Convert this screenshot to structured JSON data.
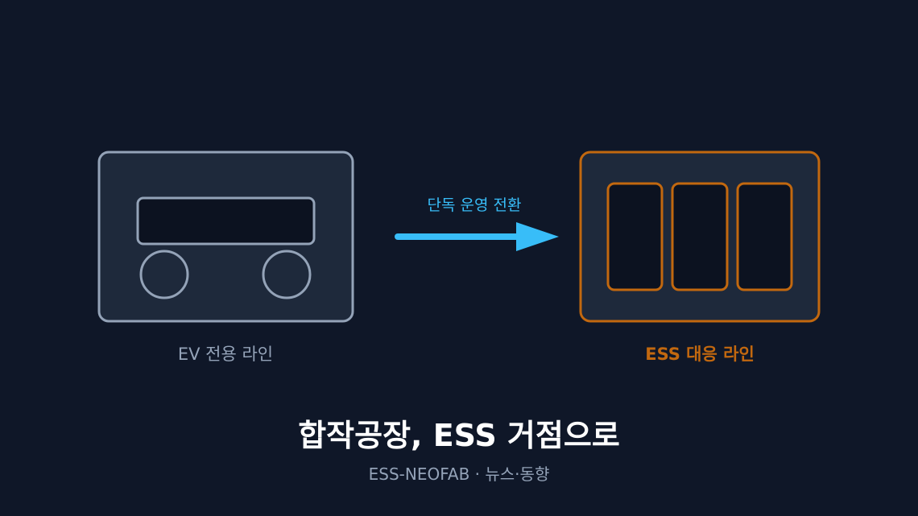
{
  "colors": {
    "background": "#0f1728",
    "ev_outline": "#94a3b8",
    "ess_outline": "#c2680f",
    "arrow": "#38bdf8",
    "title": "#ffffff",
    "caption": "#94a3b8"
  },
  "ev_line": {
    "label": "EV 전용 라인",
    "icon": "ev-line-machine-icon"
  },
  "transition": {
    "label": "단독 운영 전환",
    "icon": "arrow-right-icon"
  },
  "ess_line": {
    "label": "ESS 대응 라인",
    "icon": "ess-battery-rack-icon",
    "module_count": 3
  },
  "headline": {
    "title": "합작공장, ESS 거점으로",
    "subtitle": "ESS-NEOFAB · 뉴스·동향"
  }
}
